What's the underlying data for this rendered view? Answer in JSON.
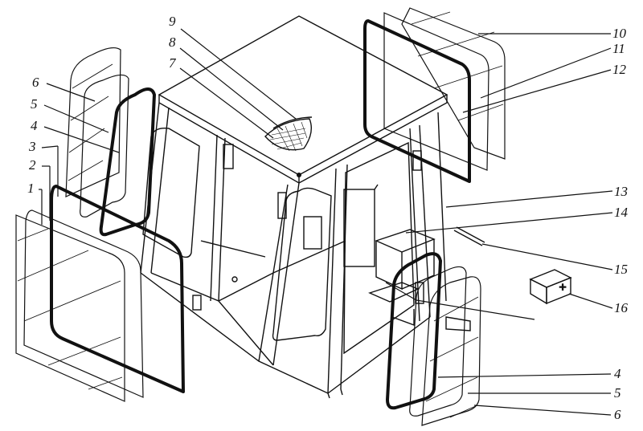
{
  "diagram": {
    "labels": {
      "l1": "1",
      "l2": "2",
      "l3": "3",
      "l4": "4",
      "l5": "5",
      "l6": "6",
      "l7": "7",
      "l8": "8",
      "l9": "9",
      "l10": "10",
      "l11": "11",
      "l12": "12",
      "l13": "13",
      "l14": "14",
      "l15": "15",
      "l16": "16",
      "r4": "4",
      "r5": "5",
      "r6": "6"
    }
  }
}
